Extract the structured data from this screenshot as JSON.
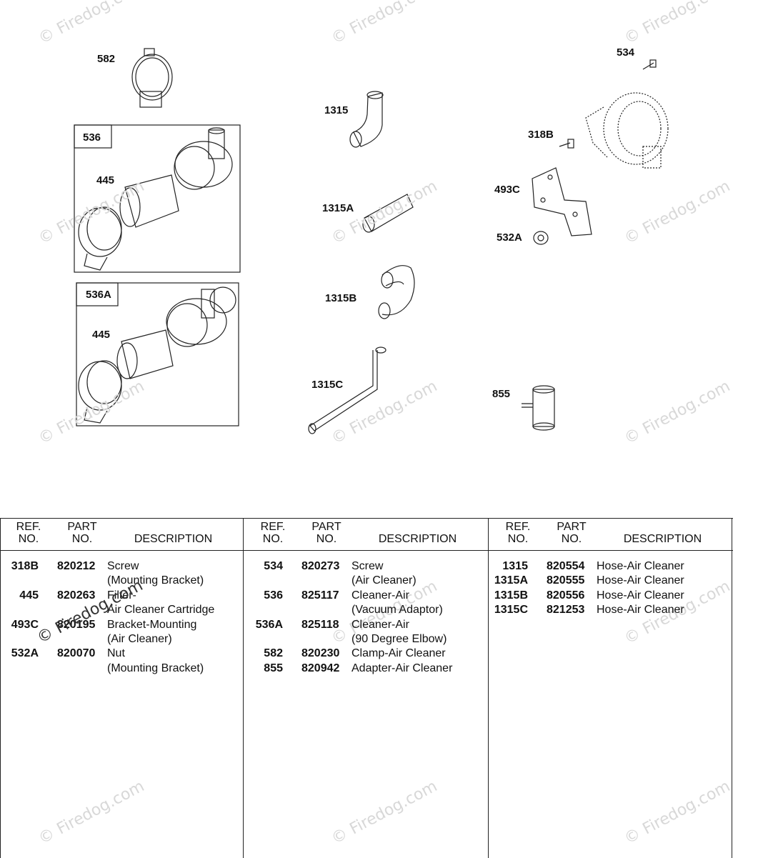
{
  "callouts": {
    "c582": "582",
    "c536": "536",
    "c445a": "445",
    "c536A": "536A",
    "c445b": "445",
    "c1315": "1315",
    "c1315A": "1315A",
    "c1315B": "1315B",
    "c1315C": "1315C",
    "c534": "534",
    "c318B": "318B",
    "c493C": "493C",
    "c532A": "532A",
    "c855": "855"
  },
  "watermark": "© Firedog.com",
  "table": {
    "headers": {
      "ref": "REF.\nNO.",
      "part": "PART\nNO.",
      "description": "DESCRIPTION"
    },
    "columns": [
      [
        {
          "ref": "318B",
          "part": "820212",
          "desc": "Screw\n(Mounting Bracket)"
        },
        {
          "ref": "445",
          "part": "820263",
          "desc": "Filter-\nAir Cleaner Cartridge"
        },
        {
          "ref": "493C",
          "part": "820195",
          "desc": "Bracket-Mounting\n(Air Cleaner)"
        },
        {
          "ref": "532A",
          "part": "820070",
          "desc": "Nut\n(Mounting Bracket)"
        }
      ],
      [
        {
          "ref": "534",
          "part": "820273",
          "desc": "Screw\n(Air Cleaner)"
        },
        {
          "ref": "536",
          "part": "825117",
          "desc": "Cleaner-Air\n(Vacuum Adaptor)"
        },
        {
          "ref": "536A",
          "part": "825118",
          "desc": "Cleaner-Air\n(90 Degree Elbow)"
        },
        {
          "ref": "582",
          "part": "820230",
          "desc": "Clamp-Air Cleaner"
        },
        {
          "ref": "855",
          "part": "820942",
          "desc": "Adapter-Air Cleaner"
        }
      ],
      [
        {
          "ref": "1315",
          "part": "820554",
          "desc": "Hose-Air Cleaner"
        },
        {
          "ref": "1315A",
          "part": "820555",
          "desc": "Hose-Air Cleaner"
        },
        {
          "ref": "1315B",
          "part": "820556",
          "desc": "Hose-Air Cleaner"
        },
        {
          "ref": "1315C",
          "part": "821253",
          "desc": "Hose-Air Cleaner"
        }
      ]
    ]
  }
}
